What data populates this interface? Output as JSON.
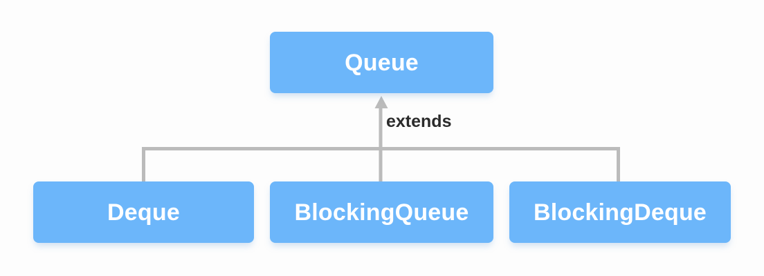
{
  "diagram": {
    "type": "class-hierarchy",
    "title": "",
    "background_color": "#fdfdfd",
    "node_color": "#6cb6fa",
    "node_text_color": "#ffffff",
    "connector_color": "#bbbbbb",
    "label_text_color": "#2b2b2b",
    "nodes": [
      {
        "id": "queue",
        "label": "Queue",
        "role": "parent-interface"
      },
      {
        "id": "deque",
        "label": "Deque",
        "role": "child-interface"
      },
      {
        "id": "blockingqueue",
        "label": "BlockingQueue",
        "role": "child-interface"
      },
      {
        "id": "blockingdeque",
        "label": "BlockingDeque",
        "role": "child-interface"
      }
    ],
    "edges": [
      {
        "from": "deque",
        "to": "queue",
        "label": "extends"
      },
      {
        "from": "blockingqueue",
        "to": "queue",
        "label": "extends"
      },
      {
        "from": "blockingdeque",
        "to": "queue",
        "label": "extends"
      }
    ],
    "edge_label": "extends",
    "arrow_icon": "arrow-up-icon"
  }
}
